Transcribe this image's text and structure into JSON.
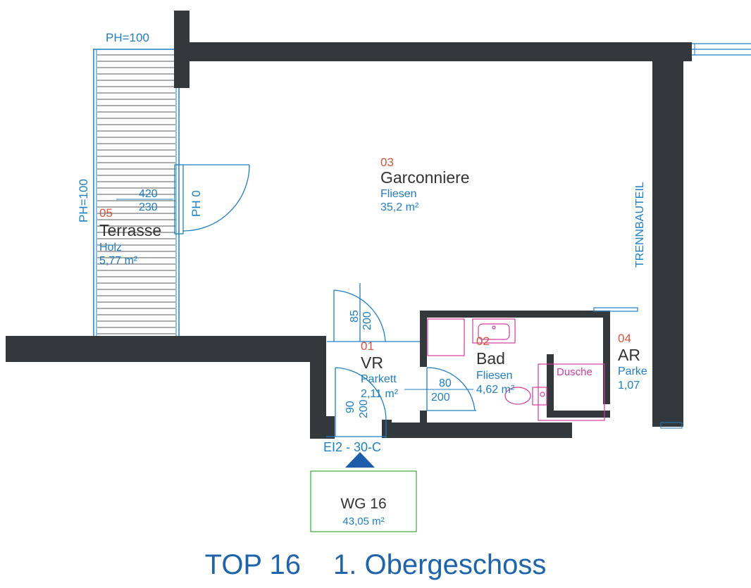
{
  "rooms": {
    "garconniere": {
      "number": "03",
      "name": "Garconniere",
      "floor": "Fliesen",
      "area": "35,2 m²"
    },
    "terrasse": {
      "number": "05",
      "name": "Terrasse",
      "floor": "Holz",
      "area": "5,77 m²"
    },
    "vr": {
      "number": "01",
      "name": "VR",
      "floor": "Parkett",
      "area": "2,11 m²"
    },
    "bad": {
      "number": "02",
      "name": "Bad",
      "floor": "Fliesen",
      "area": "4,62 m²"
    },
    "ar": {
      "number": "04",
      "name": "AR",
      "floor": "Parke",
      "area": "1,07"
    },
    "dusche": {
      "name": "Dusche"
    }
  },
  "annotations": {
    "ph_top": "PH=100",
    "ph_left": "PH=100",
    "ph_door": "PH 0",
    "terrace_door_w": "420",
    "terrace_door_h": "230",
    "trennbauteil": "TRENNBAUTEIL",
    "vr_door_upper_w": "85",
    "vr_door_upper_h": "200",
    "bad_door_w": "80",
    "bad_door_h": "200",
    "entry_door_w": "90",
    "entry_door_h": "200",
    "entry_class": "EI2 - 30-C"
  },
  "unit_box": {
    "label": "WG 16",
    "area": "43,05 m²"
  },
  "footer": {
    "top": "TOP 16",
    "floor": "1. Obergeschoss"
  },
  "colors": {
    "wall": "#33383c",
    "annotation": "#1d7fc4",
    "room_number": "#d2553c",
    "sanitary": "#d63aa0",
    "unit_box_border": "#3aaa3a",
    "title": "#1d64ad"
  }
}
